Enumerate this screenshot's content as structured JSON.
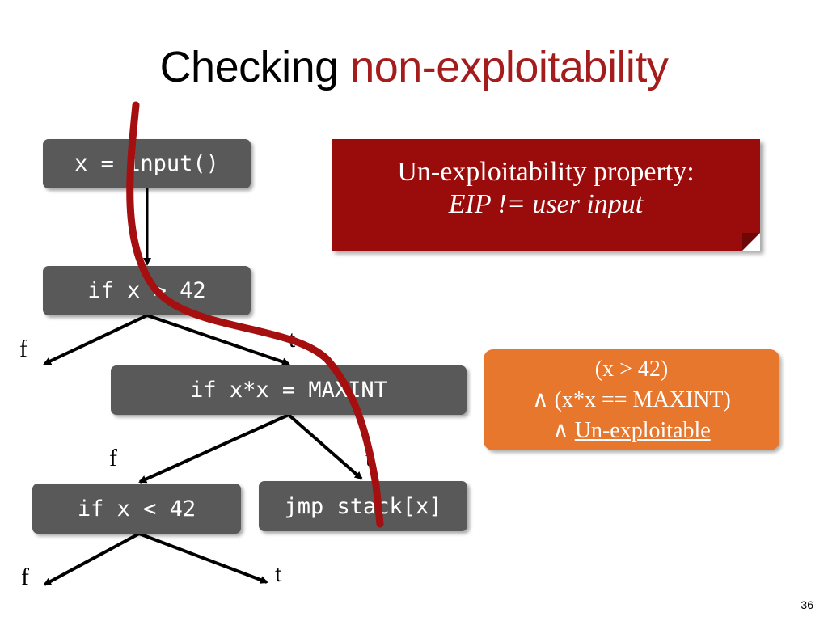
{
  "slide": {
    "title_main": "Checking",
    "title_accent": "non-exploitability",
    "page_number": "36"
  },
  "flow": {
    "nodes": {
      "input": "x = input()",
      "check_gt": "if x > 42",
      "check_mul": "if x*x = MAXINT",
      "check_lt": "if x < 42",
      "jump": "jmp stack[x]"
    },
    "branch_labels": {
      "gt_false": "f",
      "gt_true": "t",
      "mul_false": "f",
      "mul_true": "t",
      "lt_false": "f",
      "lt_true": "t"
    }
  },
  "property_box": {
    "line1": "Un-exploitability property:",
    "line2": "EIP != user input"
  },
  "condition_box": {
    "line1": "(x > 42)",
    "line2_symbol": "∧",
    "line2_text": "(x*x == MAXINT)",
    "line3_symbol": "∧",
    "line3_text": "Un-exploitable"
  },
  "colors": {
    "accent": "#a51c1c",
    "code_box": "#595959",
    "property_box": "#9a0b0b",
    "condition_box": "#e8772e",
    "path": "#a50f0f"
  }
}
